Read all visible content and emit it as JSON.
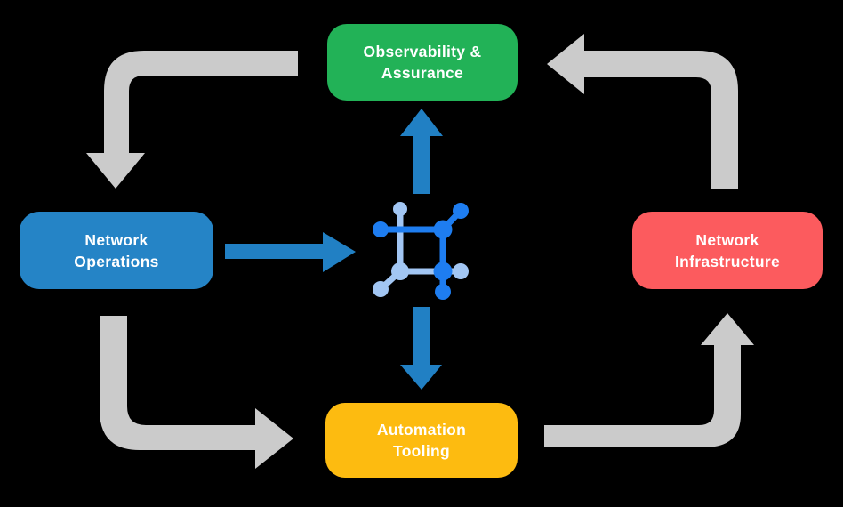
{
  "diagram": {
    "nodes": {
      "observability": {
        "lines": [
          "Observability &",
          "Assurance"
        ],
        "color": "#22B257"
      },
      "operations": {
        "lines": [
          "Network",
          "Operations"
        ],
        "color": "#2584C6"
      },
      "infrastructure": {
        "lines": [
          "Network",
          "Infrastructure"
        ],
        "color": "#FC5B5E"
      },
      "automation": {
        "lines": [
          "Automation",
          "Tooling"
        ],
        "color": "#FDBB10"
      }
    },
    "icons": {
      "center": "network-topology-icon"
    }
  },
  "colors": {
    "background": "#000000",
    "text": "#FFFFFF",
    "arrow_gray": "#CBCBCB",
    "arrow_blue": "#2180C4",
    "icon_dark": "#1E7DF0",
    "icon_light": "#A2C6F3"
  }
}
